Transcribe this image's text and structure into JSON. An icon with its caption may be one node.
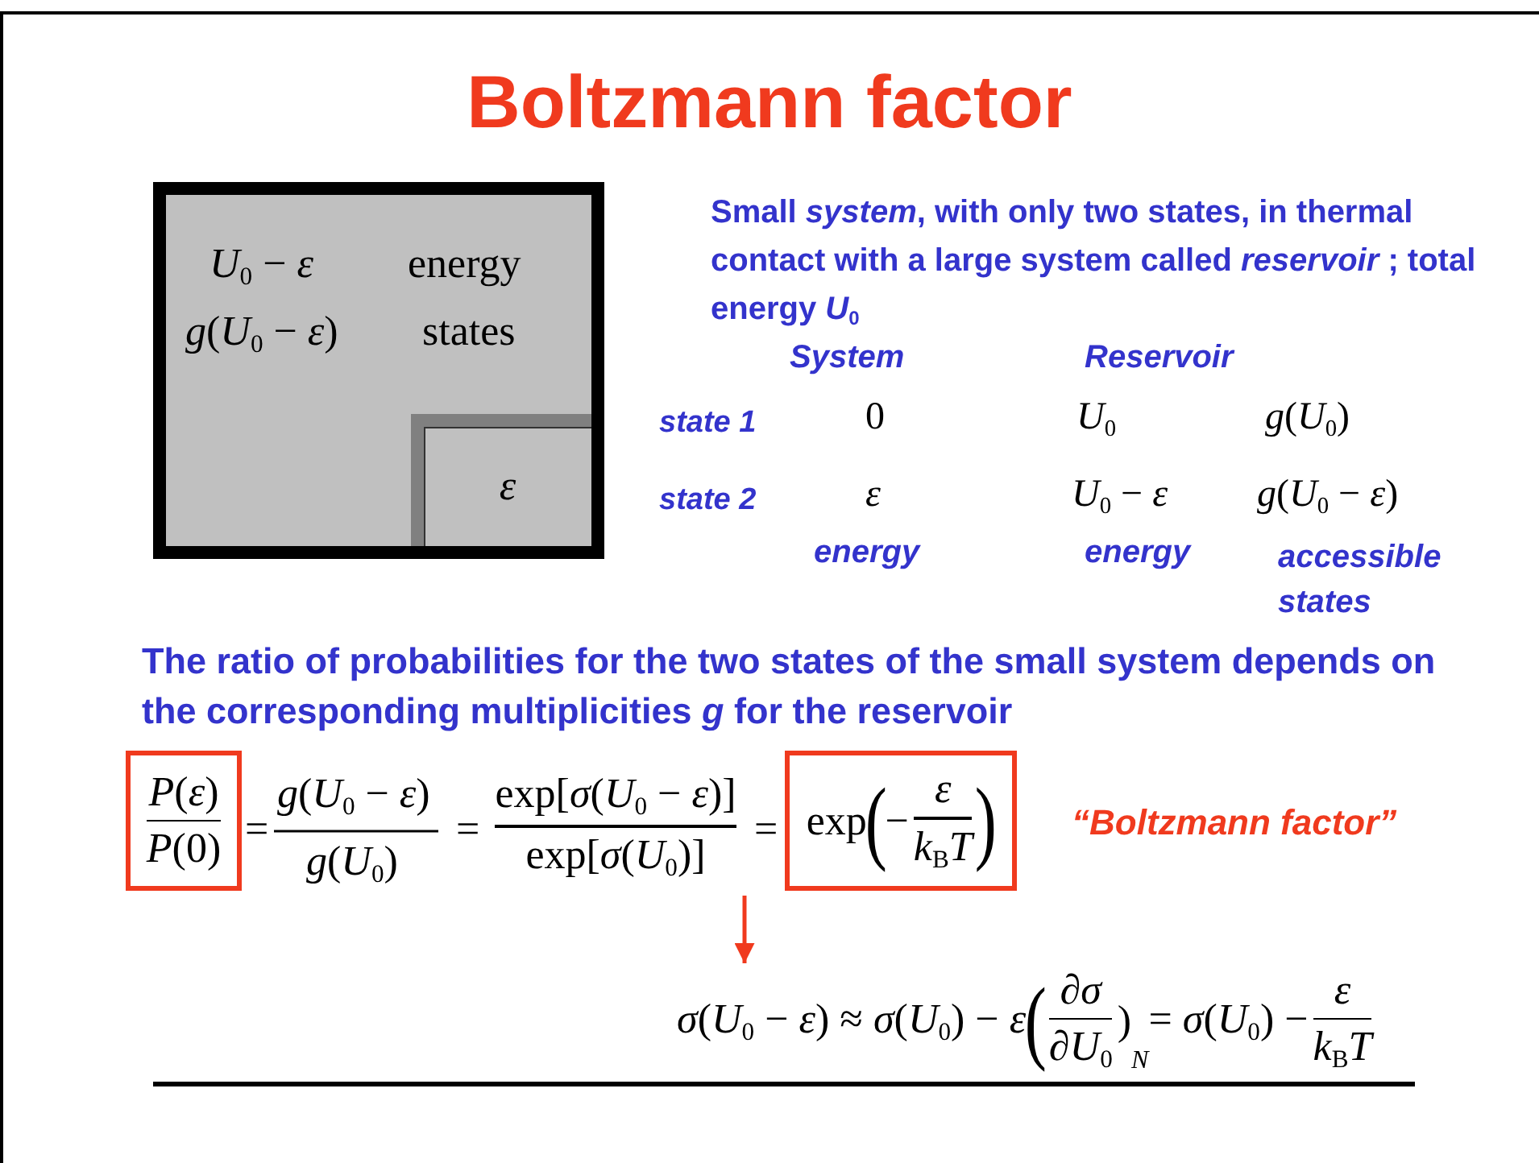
{
  "diagram": {
    "title": "Boltzmann factor",
    "nodes": [
      {
        "text": [
          "*U*$_{0}$ − *ε*",
          "energy",
          "*g*(*U*$_{0}$ − *ε*)",
          "states"
        ]
      },
      {
        "text": [
          "ε"
        ],
        "in": 0
      },
      {
        "text": [
          "*P*(*ε*)",
          "*P*(0)"
        ]
      },
      {
        "text": [
          "exp",
          "(",
          "−",
          "ε",
          "*k*$_{B}$*T*",
          ")"
        ]
      },
      {
        "text": [
          "exp[*σ*(*U*$_{0}$ − *ε*)]",
          "exp[*σ*(*U*$_{0}$)]"
        ]
      },
      {
        "text": [
          "*σ*(*U*$_{0}$ − *ε*) ≈ *σ*(*U*$_{0}$) − *ε*",
          "(",
          "∂*σ*",
          "∂*U*$_{0}$",
          ")",
          "N",
          "= *σ*(*U*$_{0}$) −",
          "ε",
          "*k*$_{B}$*T*"
        ]
      }
    ],
    "edges": [
      {
        "from": 4,
        "to": 5,
        "arrow": "to"
      }
    ],
    "labels": [
      "Small *system*, with only two states, in thermal contact with a large system called *reservoir* ; total energy *U*$_{0}$",
      "System",
      "Reservoir",
      "state 1",
      "0",
      "*U*$_{0}$",
      "*g*(*U*$_{0}$)",
      "state 2",
      "ε",
      "*U*$_{0}$ − *ε*",
      "*g*(*U*$_{0}$ − *ε*)",
      "energy",
      "energy",
      "accessible states",
      "The ratio of probabilities for the two states of the small system depends on the corresponding multiplicities *g* for the reservoir",
      "=",
      "*g*(*U*$_{0}$ − *ε*)",
      "*g*(*U*$_{0}$)",
      "=",
      "=",
      "“Boltzmann factor”"
    ]
  }
}
